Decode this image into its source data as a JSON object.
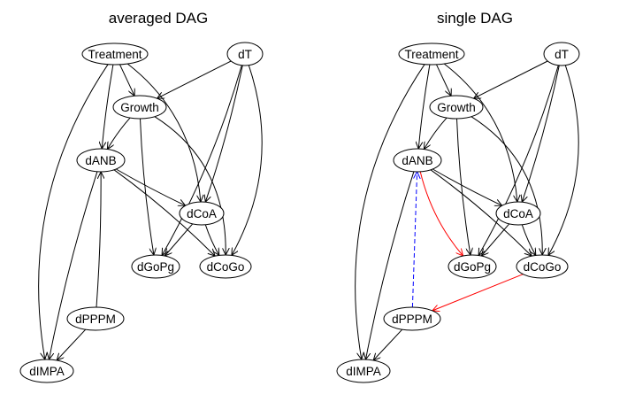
{
  "panels": [
    {
      "id": "averaged",
      "title": "averaged DAG",
      "nodes": [
        {
          "id": "Treatment",
          "label": "Treatment"
        },
        {
          "id": "dT",
          "label": "dT"
        },
        {
          "id": "Growth",
          "label": "Growth"
        },
        {
          "id": "dANB",
          "label": "dANB"
        },
        {
          "id": "dCoA",
          "label": "dCoA"
        },
        {
          "id": "dGoPg",
          "label": "dGoPg"
        },
        {
          "id": "dCoGo",
          "label": "dCoGo"
        },
        {
          "id": "dPPPM",
          "label": "dPPPM"
        },
        {
          "id": "dIMPA",
          "label": "dIMPA"
        }
      ],
      "edges": [
        {
          "from": "Treatment",
          "to": "Growth",
          "color": "#000000",
          "style": "solid"
        },
        {
          "from": "Treatment",
          "to": "dANB",
          "color": "#000000",
          "style": "solid"
        },
        {
          "from": "Treatment",
          "to": "dCoA",
          "color": "#000000",
          "style": "solid"
        },
        {
          "from": "Treatment",
          "to": "dIMPA",
          "color": "#000000",
          "style": "solid"
        },
        {
          "from": "dT",
          "to": "Growth",
          "color": "#000000",
          "style": "solid"
        },
        {
          "from": "dT",
          "to": "dCoA",
          "color": "#000000",
          "style": "solid"
        },
        {
          "from": "dT",
          "to": "dGoPg",
          "color": "#000000",
          "style": "solid"
        },
        {
          "from": "dT",
          "to": "dCoGo",
          "color": "#000000",
          "style": "solid"
        },
        {
          "from": "Growth",
          "to": "dANB",
          "color": "#000000",
          "style": "solid"
        },
        {
          "from": "Growth",
          "to": "dGoPg",
          "color": "#000000",
          "style": "solid"
        },
        {
          "from": "Growth",
          "to": "dCoGo",
          "color": "#000000",
          "style": "solid"
        },
        {
          "from": "dANB",
          "to": "dCoA",
          "color": "#000000",
          "style": "solid"
        },
        {
          "from": "dANB",
          "to": "dCoGo",
          "color": "#000000",
          "style": "solid"
        },
        {
          "from": "dANB",
          "to": "dIMPA",
          "color": "#000000",
          "style": "solid"
        },
        {
          "from": "dCoA",
          "to": "dGoPg",
          "color": "#000000",
          "style": "solid"
        },
        {
          "from": "dCoA",
          "to": "dCoGo",
          "color": "#000000",
          "style": "solid"
        },
        {
          "from": "dPPPM",
          "to": "dANB",
          "color": "#000000",
          "style": "solid"
        },
        {
          "from": "dPPPM",
          "to": "dIMPA",
          "color": "#000000",
          "style": "solid"
        }
      ]
    },
    {
      "id": "single",
      "title": "single DAG",
      "nodes": [
        {
          "id": "Treatment",
          "label": "Treatment"
        },
        {
          "id": "dT",
          "label": "dT"
        },
        {
          "id": "Growth",
          "label": "Growth"
        },
        {
          "id": "dANB",
          "label": "dANB"
        },
        {
          "id": "dCoA",
          "label": "dCoA"
        },
        {
          "id": "dGoPg",
          "label": "dGoPg"
        },
        {
          "id": "dCoGo",
          "label": "dCoGo"
        },
        {
          "id": "dPPPM",
          "label": "dPPPM"
        },
        {
          "id": "dIMPA",
          "label": "dIMPA"
        }
      ],
      "edges": [
        {
          "from": "Treatment",
          "to": "Growth",
          "color": "#000000",
          "style": "solid"
        },
        {
          "from": "Treatment",
          "to": "dANB",
          "color": "#000000",
          "style": "solid"
        },
        {
          "from": "Treatment",
          "to": "dCoA",
          "color": "#000000",
          "style": "solid"
        },
        {
          "from": "Treatment",
          "to": "dIMPA",
          "color": "#000000",
          "style": "solid"
        },
        {
          "from": "dT",
          "to": "Growth",
          "color": "#000000",
          "style": "solid"
        },
        {
          "from": "dT",
          "to": "dCoA",
          "color": "#000000",
          "style": "solid"
        },
        {
          "from": "dT",
          "to": "dGoPg",
          "color": "#000000",
          "style": "solid"
        },
        {
          "from": "dT",
          "to": "dCoGo",
          "color": "#000000",
          "style": "solid"
        },
        {
          "from": "Growth",
          "to": "dANB",
          "color": "#000000",
          "style": "solid"
        },
        {
          "from": "Growth",
          "to": "dGoPg",
          "color": "#000000",
          "style": "solid"
        },
        {
          "from": "Growth",
          "to": "dCoGo",
          "color": "#000000",
          "style": "solid"
        },
        {
          "from": "dANB",
          "to": "dCoA",
          "color": "#000000",
          "style": "solid"
        },
        {
          "from": "dANB",
          "to": "dCoGo",
          "color": "#000000",
          "style": "solid"
        },
        {
          "from": "dANB",
          "to": "dIMPA",
          "color": "#000000",
          "style": "solid"
        },
        {
          "from": "dANB",
          "to": "dGoPg",
          "color": "#ff0000",
          "style": "solid"
        },
        {
          "from": "dCoA",
          "to": "dGoPg",
          "color": "#000000",
          "style": "solid"
        },
        {
          "from": "dCoA",
          "to": "dCoGo",
          "color": "#000000",
          "style": "solid"
        },
        {
          "from": "dCoGo",
          "to": "dPPPM",
          "color": "#ff0000",
          "style": "solid"
        },
        {
          "from": "dPPPM",
          "to": "dANB",
          "color": "#0000ff",
          "style": "dashed"
        },
        {
          "from": "dPPPM",
          "to": "dIMPA",
          "color": "#000000",
          "style": "solid"
        }
      ]
    }
  ]
}
